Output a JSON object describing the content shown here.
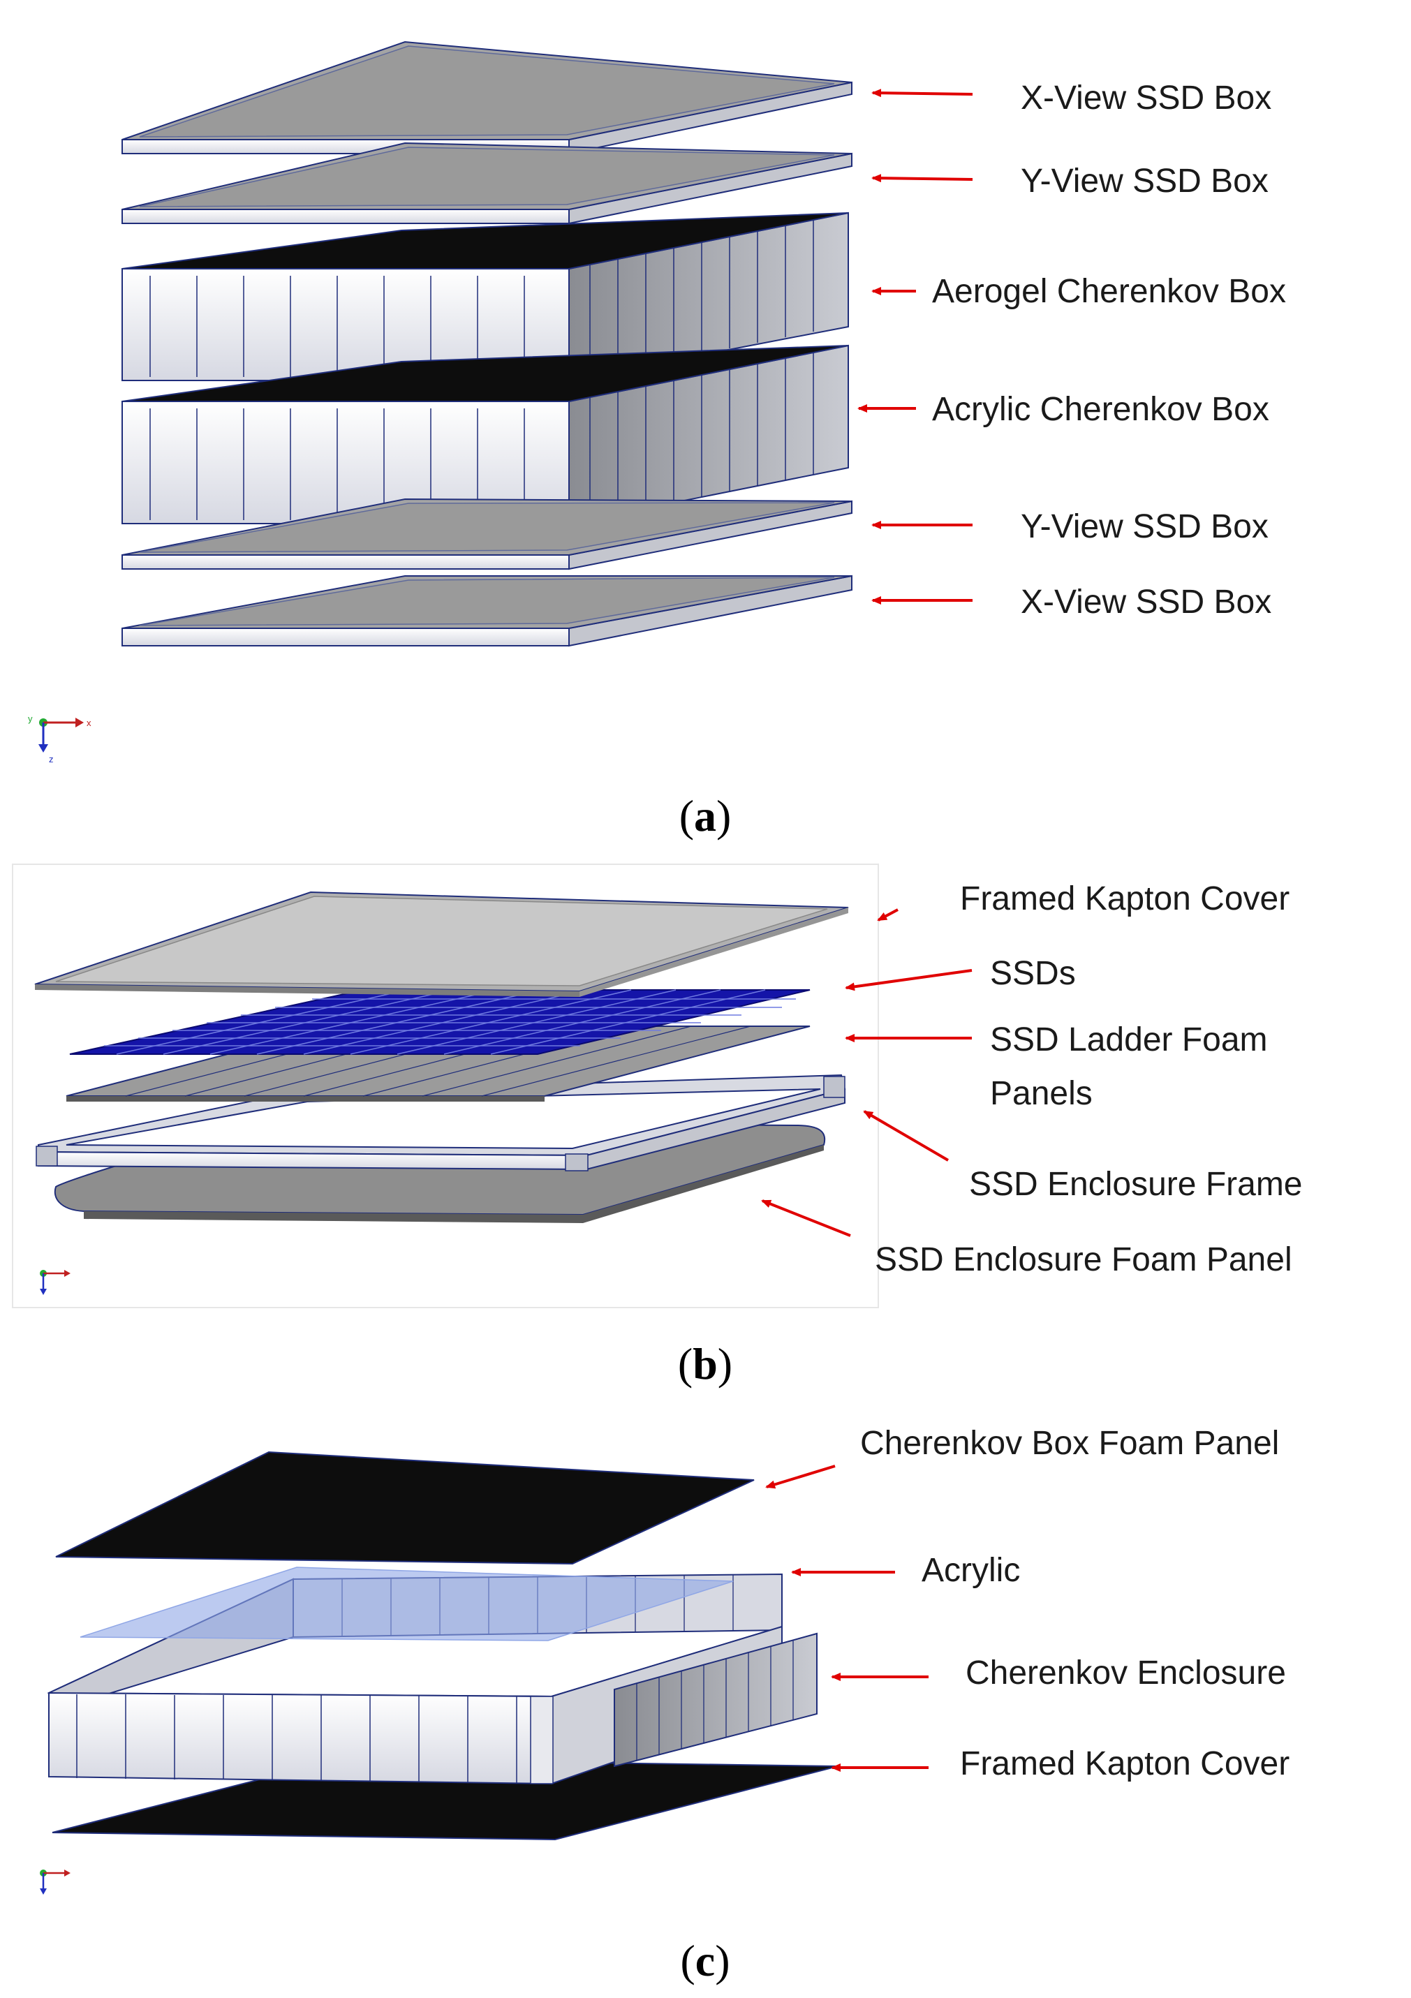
{
  "panels": [
    {
      "id": "a",
      "caption_open": "(",
      "caption_letter": "a",
      "caption_close": ")",
      "labels": [
        "X-View SSD Box",
        "Y-View SSD Box",
        "Aerogel Cherenkov Box",
        "Acrylic Cherenkov Box",
        "Y-View SSD Box",
        "X-View SSD Box"
      ]
    },
    {
      "id": "b",
      "caption_open": "(",
      "caption_letter": "b",
      "caption_close": ")",
      "labels": [
        "Framed Kapton Cover",
        "SSDs",
        "SSD Ladder Foam",
        "Panels",
        "SSD Enclosure Frame",
        "SSD Enclosure Foam Panel"
      ]
    },
    {
      "id": "c",
      "caption_open": "(",
      "caption_letter": "c",
      "caption_close": ")",
      "labels": [
        "Cherenkov Box Foam Panel",
        "Acrylic",
        "Cherenkov Enclosure",
        "Framed Kapton Cover"
      ]
    }
  ],
  "triad": {
    "x": "x",
    "y": "y",
    "z": "z"
  },
  "colors": {
    "arrow": "#e00000",
    "outline": "#1f2d7a",
    "ssd_gray": "#9b9b9b",
    "foam_black": "#0d0d0d",
    "ssd_blue": "#1414a8",
    "acrylic": "#8fa6e6"
  }
}
